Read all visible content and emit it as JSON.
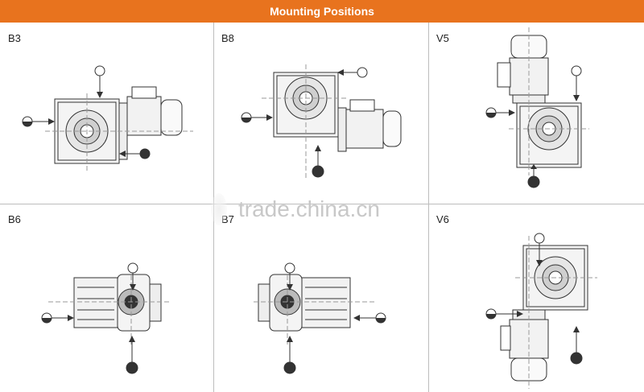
{
  "header": {
    "title": "Mounting Positions"
  },
  "positions": [
    {
      "code": "B3"
    },
    {
      "code": "B8"
    },
    {
      "code": "V5"
    },
    {
      "code": "B6"
    },
    {
      "code": "B7"
    },
    {
      "code": "V6"
    }
  ],
  "watermark": "trade.china.cn",
  "colors": {
    "header_bg": "#e8731e",
    "header_text": "#ffffff",
    "grid_line": "#bdbdbd"
  }
}
